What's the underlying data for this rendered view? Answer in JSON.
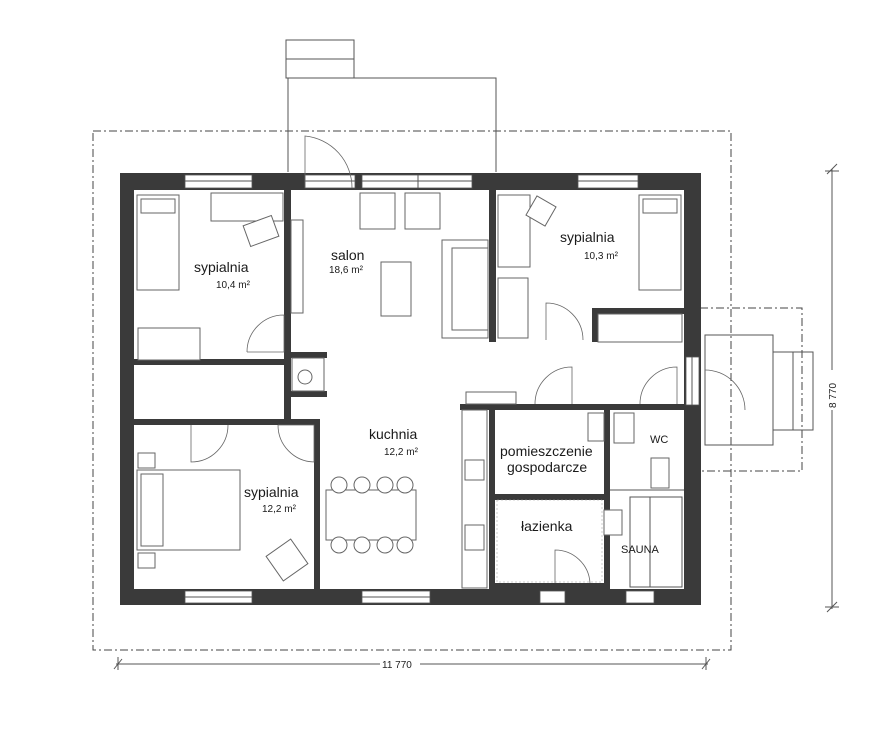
{
  "rooms": {
    "salon": {
      "name": "salon",
      "area": "18,6 m²"
    },
    "bedroom_nw": {
      "name": "sypialnia",
      "area": "10,4 m²"
    },
    "bedroom_ne": {
      "name": "sypialnia",
      "area": "10,3 m²"
    },
    "kitchen": {
      "name": "kuchnia",
      "area": "12,2 m²"
    },
    "bedroom_sw": {
      "name": "sypialnia",
      "area": "12,2 m²"
    },
    "utility": {
      "name_line1": "pomieszczenie",
      "name_line2": "gospodarcze"
    },
    "bathroom": {
      "name": "łazienka"
    },
    "wc": {
      "name": "WC"
    },
    "sauna": {
      "name": "SAUNA"
    }
  },
  "dimensions": {
    "width": "11 770",
    "depth": "8 770"
  },
  "colors": {
    "wall": "#3a3a3a",
    "line": "#555555",
    "background": "#ffffff"
  }
}
